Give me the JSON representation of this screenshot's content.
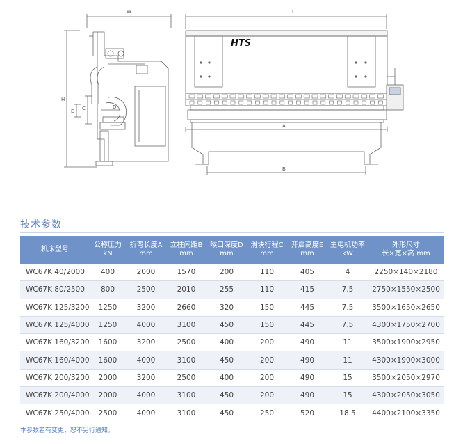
{
  "drawing": {
    "logo": "HTS",
    "dim_labels": {
      "W": "W",
      "L": "L",
      "H": "H",
      "A": "A",
      "B": "B",
      "C": "C",
      "D": "D",
      "E": "E"
    }
  },
  "section_title": "技术参数",
  "table": {
    "headers": [
      [
        "机床型号",
        ""
      ],
      [
        "公称压力",
        "kN"
      ],
      [
        "折弯长度A",
        "mm"
      ],
      [
        "立柱间距B",
        "mm"
      ],
      [
        "喉口深度D",
        "mm"
      ],
      [
        "滑块行程C",
        "mm"
      ],
      [
        "开启高度E",
        "mm"
      ],
      [
        "主电机功率",
        "kW"
      ],
      [
        "外形尺寸",
        "长×宽×高 mm"
      ]
    ],
    "rows": [
      [
        "WC67K 40/2000",
        "400",
        "2000",
        "1570",
        "200",
        "110",
        "405",
        "4",
        "2250×140×2180"
      ],
      [
        "WC67K 80/2500",
        "800",
        "2500",
        "2010",
        "255",
        "110",
        "415",
        "7.5",
        "2750×1550×2500"
      ],
      [
        "WC67K 125/3200",
        "1250",
        "3200",
        "2660",
        "320",
        "150",
        "445",
        "7.5",
        "3500×1650×2650"
      ],
      [
        "WC67K 125/4000",
        "1250",
        "4000",
        "3100",
        "450",
        "150",
        "445",
        "7.5",
        "4300×1750×2700"
      ],
      [
        "WC67K 160/3200",
        "1600",
        "3200",
        "2500",
        "400",
        "200",
        "490",
        "11",
        "3500×1900×2950"
      ],
      [
        "WC67K 160/4000",
        "1600",
        "4000",
        "3100",
        "450",
        "200",
        "490",
        "11",
        "4300×1900×3000"
      ],
      [
        "WC67K 200/3200",
        "2000",
        "3200",
        "2500",
        "400",
        "200",
        "490",
        "15",
        "3500×2050×2970"
      ],
      [
        "WC67K 200/4000",
        "2000",
        "4000",
        "3100",
        "450",
        "200",
        "490",
        "15",
        "4300×2050×3050"
      ],
      [
        "WC67K 250/4000",
        "2500",
        "4000",
        "3100",
        "450",
        "250",
        "520",
        "18.5",
        "4400×2100×3350"
      ]
    ]
  },
  "footnote": "本参数若有变更，恕不另行通知。"
}
